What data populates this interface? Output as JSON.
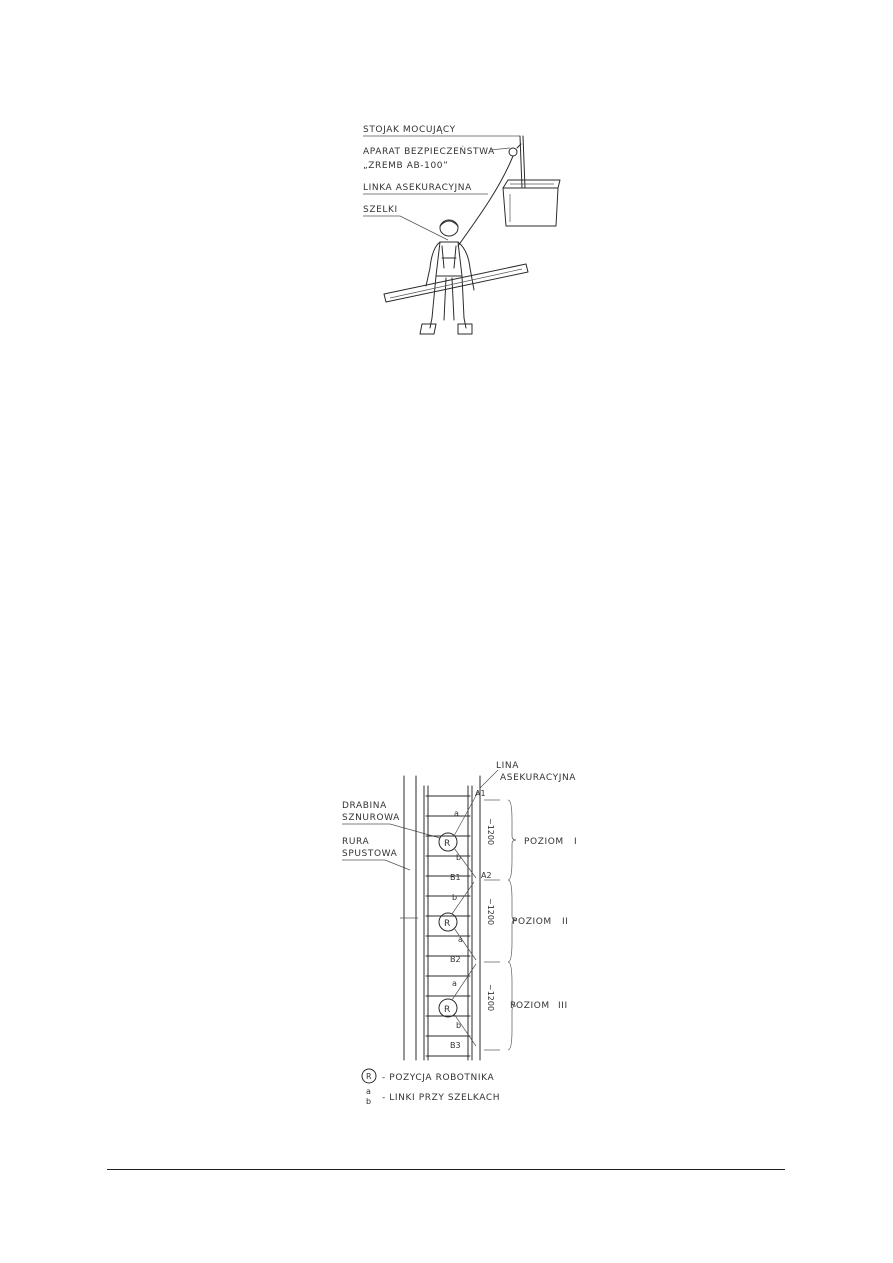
{
  "figure1": {
    "labels": {
      "stand": "STOJAK MOCUJĄCY",
      "device_line1": "APARAT BEZPIECZEŃSTWA",
      "device_line2": "„ZREMB AB-100”",
      "rope": "LINKA ASEKURACYJNA",
      "harness": "SZELKI"
    }
  },
  "figure2": {
    "labels": {
      "lifeline_line1": "LINA",
      "lifeline_line2": "ASEKURACYJNA",
      "ladder_line1": "DRABINA",
      "ladder_line2": "SZNUROWA",
      "pipe_line1": "RURA",
      "pipe_line2": "SPUSTOWA"
    },
    "levels": [
      {
        "label": "POZIOM",
        "numeral": "I",
        "dimension": "~1200",
        "anchor_top": "A1",
        "anchor_bottom": "B1",
        "upper_line": "a",
        "lower_line": "b"
      },
      {
        "label": "POZIOM",
        "numeral": "II",
        "dimension": "~1200",
        "anchor_top": "A2",
        "anchor_bottom": "B2",
        "upper_line": "b",
        "lower_line": "a"
      },
      {
        "label": "POZIOM",
        "numeral": "III",
        "dimension": "~1200",
        "anchor_bottom": "B3",
        "upper_line": "a",
        "lower_line": "b"
      }
    ],
    "worker_symbol": "R",
    "legend": [
      {
        "symbol": "R",
        "text": "- POZYCJA ROBOTNIKA"
      },
      {
        "symbol_top": "a",
        "symbol_bottom": "b",
        "text": "- LINKI PRZY SZELKACH"
      }
    ]
  }
}
